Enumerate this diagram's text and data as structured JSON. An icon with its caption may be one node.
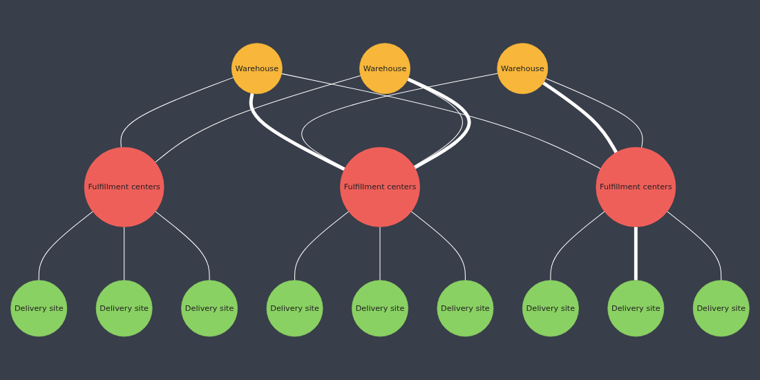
{
  "diagram": {
    "nodes": [
      {
        "text": [
          "Warehouse"
        ]
      },
      {
        "text": [
          "Fulfillment centers"
        ]
      },
      {
        "text": [
          "Delivery site"
        ]
      },
      {
        "text": [
          "Delivery site"
        ]
      },
      {
        "text": [
          "Delivery site"
        ]
      },
      {
        "text": [
          "Warehouse"
        ]
      },
      {
        "text": [
          "Fulfillment centers"
        ]
      },
      {
        "text": [
          "Delivery site"
        ]
      },
      {
        "text": [
          "Delivery site"
        ]
      },
      {
        "text": [
          "Delivery site"
        ]
      },
      {
        "text": [
          "Warehouse"
        ]
      },
      {
        "text": [
          "Fulfillment centers"
        ]
      },
      {
        "text": [
          "Delivery site"
        ]
      },
      {
        "text": [
          "Delivery site"
        ]
      },
      {
        "text": [
          "Delivery site"
        ]
      }
    ],
    "edges": [
      {
        "from": 0,
        "to": 1,
        "arrow": "none"
      },
      {
        "from": 0,
        "to": 6,
        "arrow": "none"
      },
      {
        "from": 0,
        "to": 11,
        "arrow": "none",
        "style": "thick"
      },
      {
        "from": 5,
        "to": 6,
        "arrow": "none",
        "style": "thick"
      },
      {
        "from": 5,
        "to": 6,
        "arrow": "none"
      },
      {
        "from": 5,
        "to": 11,
        "arrow": "none"
      },
      {
        "from": 10,
        "to": 1,
        "arrow": "none"
      },
      {
        "from": 10,
        "to": 11,
        "arrow": "none"
      },
      {
        "from": 10,
        "to": 11,
        "arrow": "none",
        "style": "thick"
      },
      {
        "from": 1,
        "to": 2,
        "arrow": "none"
      },
      {
        "from": 1,
        "to": 3,
        "arrow": "none"
      },
      {
        "from": 1,
        "to": 4,
        "arrow": "none"
      },
      {
        "from": 6,
        "to": 7,
        "arrow": "none"
      },
      {
        "from": 6,
        "to": 8,
        "arrow": "none",
        "style": "thick"
      },
      {
        "from": 6,
        "to": 9,
        "arrow": "none"
      },
      {
        "from": 11,
        "to": 12,
        "arrow": "none"
      },
      {
        "from": 11,
        "to": 13,
        "arrow": "none"
      },
      {
        "from": 11,
        "to": 14,
        "arrow": "none"
      }
    ]
  }
}
